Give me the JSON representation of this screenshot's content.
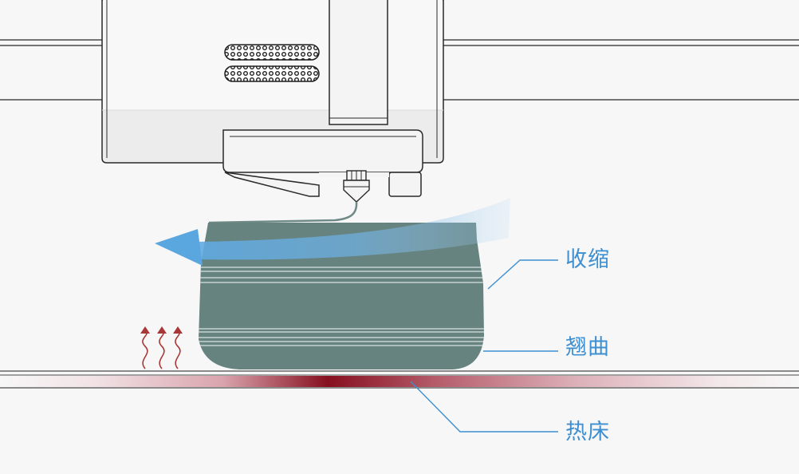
{
  "labels": {
    "shrink": "收缩",
    "warp": "翘曲",
    "heated_bed": "热床"
  },
  "colors": {
    "background": "#f7f7f7",
    "label": "#3d8fd1",
    "print_object": "#66837f",
    "air_flow": "#5aa7e0",
    "heat_arrow": "#a83838",
    "bed_hot": "#860f1f",
    "machine_outline": "#2a2a2a"
  },
  "icons": {
    "air_flow": "curved-arrow-left-icon",
    "heat": "wavy-up-arrows-icon"
  }
}
